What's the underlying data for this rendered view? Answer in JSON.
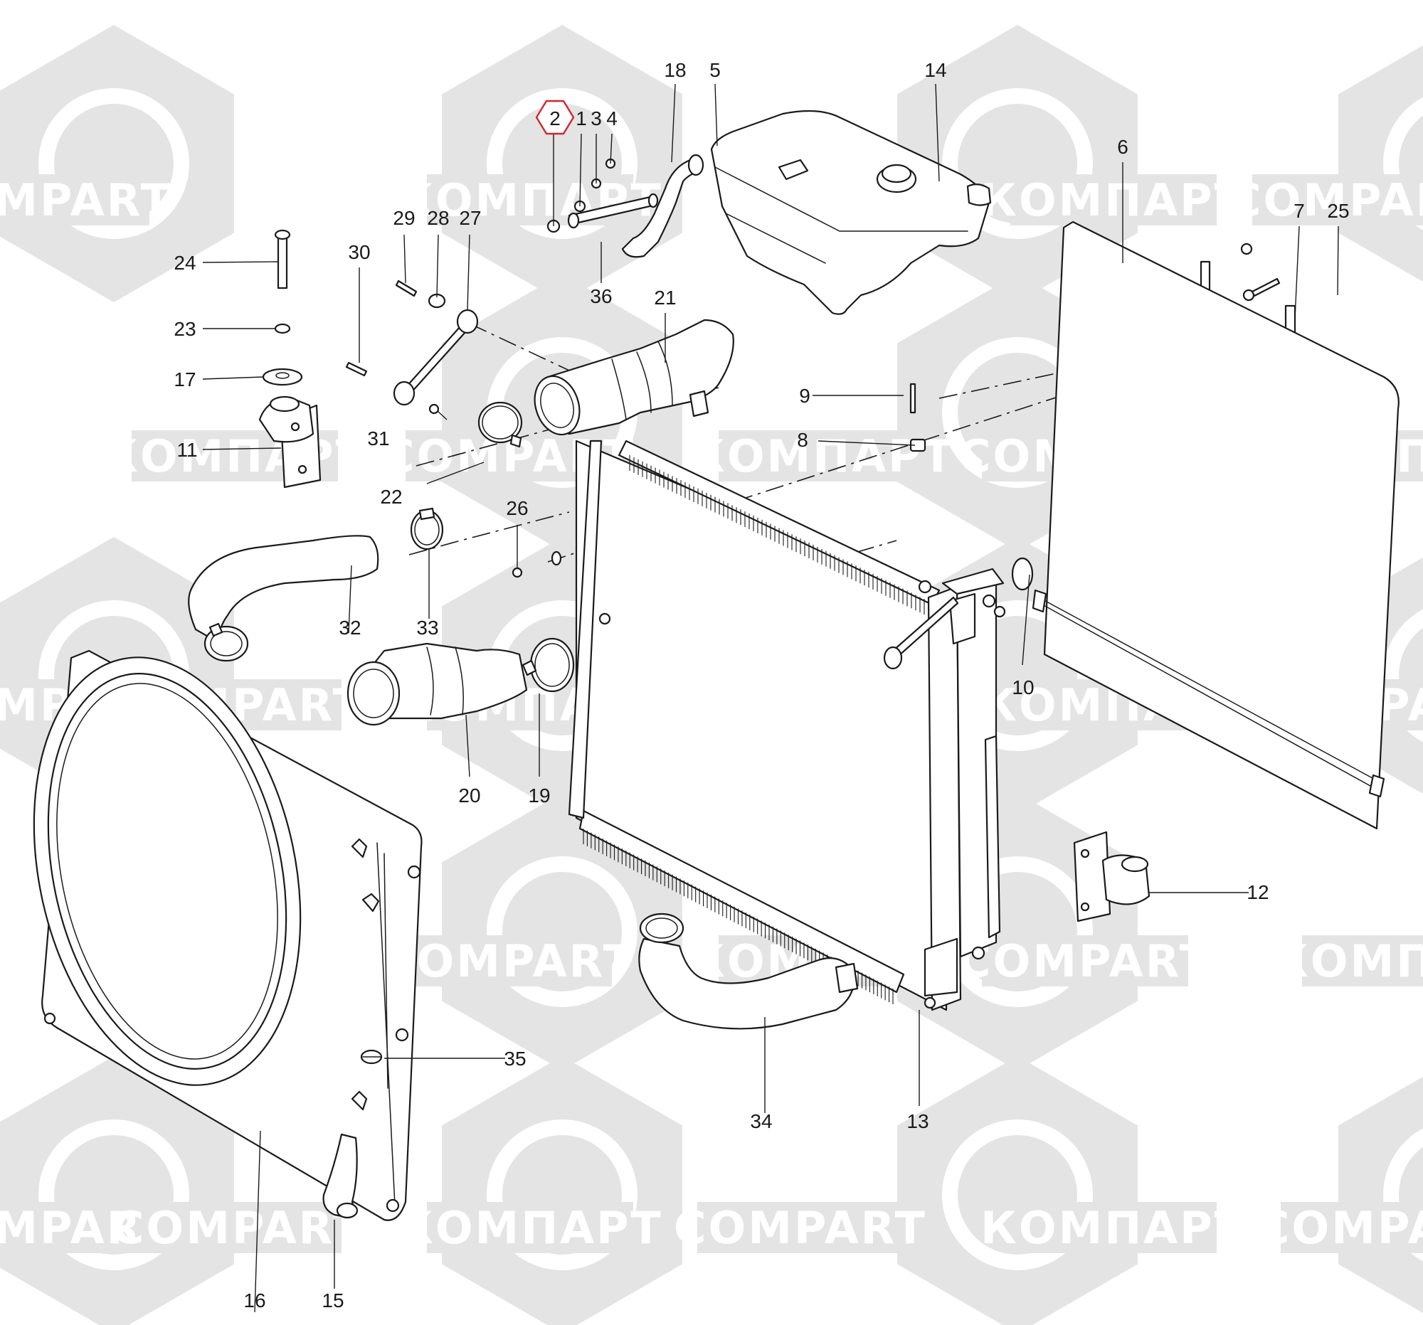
{
  "watermark": {
    "brand_latin": "COMPART",
    "brand_cyrillic": "КОМПАРТ",
    "band_color": "#e4e4e4",
    "band_text_color": "#ffffff"
  },
  "highlight": {
    "part_number": "2",
    "outline_color": "#d22630"
  },
  "callouts": [
    {
      "id": "c1",
      "label": "1"
    },
    {
      "id": "c2",
      "label": "2"
    },
    {
      "id": "c3",
      "label": "3"
    },
    {
      "id": "c4",
      "label": "4"
    },
    {
      "id": "c5",
      "label": "5"
    },
    {
      "id": "c6",
      "label": "6"
    },
    {
      "id": "c7",
      "label": "7"
    },
    {
      "id": "c8",
      "label": "8"
    },
    {
      "id": "c9",
      "label": "9"
    },
    {
      "id": "c10",
      "label": "10"
    },
    {
      "id": "c11",
      "label": "11"
    },
    {
      "id": "c12",
      "label": "12"
    },
    {
      "id": "c13",
      "label": "13"
    },
    {
      "id": "c14",
      "label": "14"
    },
    {
      "id": "c15",
      "label": "15"
    },
    {
      "id": "c16",
      "label": "16"
    },
    {
      "id": "c17",
      "label": "17"
    },
    {
      "id": "c18",
      "label": "18"
    },
    {
      "id": "c19",
      "label": "19"
    },
    {
      "id": "c20",
      "label": "20"
    },
    {
      "id": "c21",
      "label": "21"
    },
    {
      "id": "c22",
      "label": "22"
    },
    {
      "id": "c23",
      "label": "23"
    },
    {
      "id": "c24",
      "label": "24"
    },
    {
      "id": "c25",
      "label": "25"
    },
    {
      "id": "c26",
      "label": "26"
    },
    {
      "id": "c27",
      "label": "27"
    },
    {
      "id": "c28",
      "label": "28"
    },
    {
      "id": "c29",
      "label": "29"
    },
    {
      "id": "c30",
      "label": "30"
    },
    {
      "id": "c31",
      "label": "31"
    },
    {
      "id": "c32",
      "label": "32"
    },
    {
      "id": "c33",
      "label": "33"
    },
    {
      "id": "c34",
      "label": "34"
    },
    {
      "id": "c35",
      "label": "35"
    },
    {
      "id": "c36",
      "label": "36"
    }
  ]
}
